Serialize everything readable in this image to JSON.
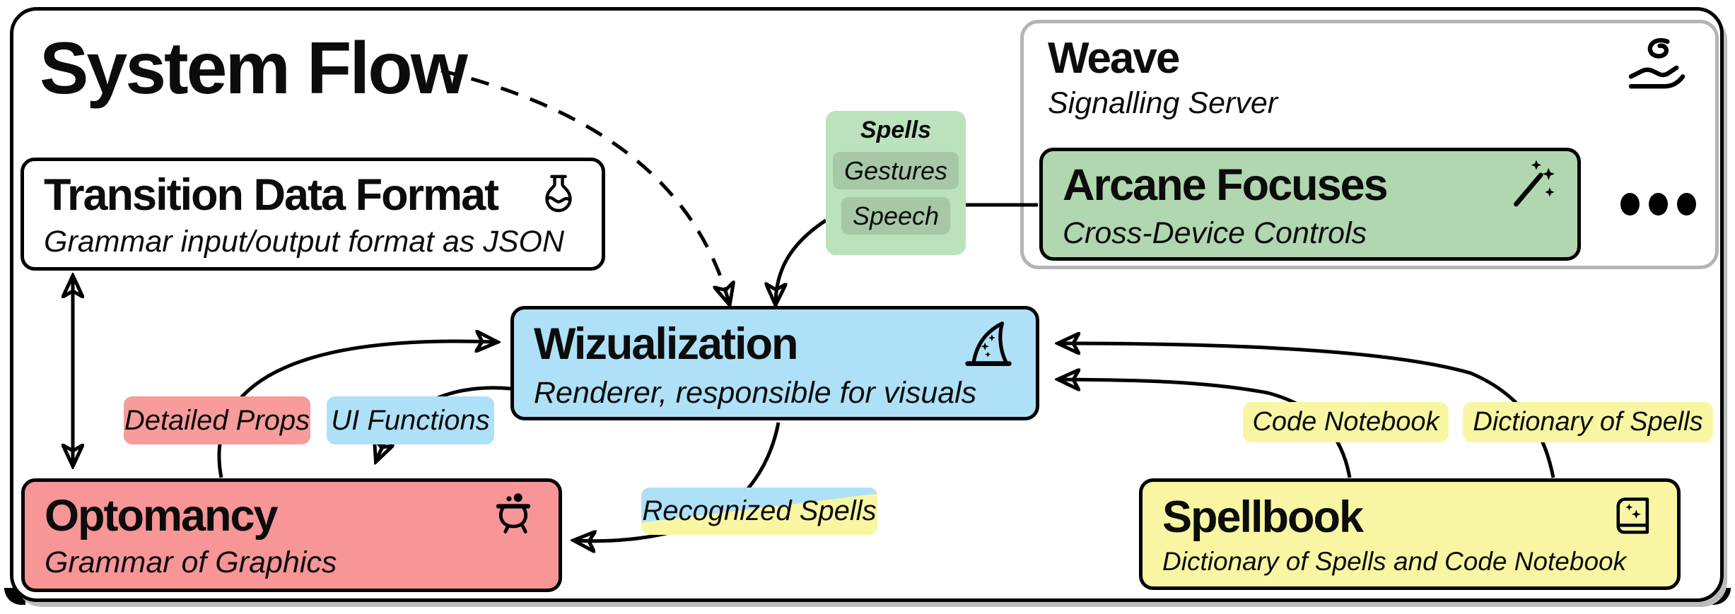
{
  "diagram": {
    "title": "System Flow"
  },
  "colors": {
    "node_blue": "#aee1f7",
    "node_red": "#f79597",
    "node_yellow": "#f8f6a2",
    "node_green": "#b0d7b0",
    "spells_group_green": "#bce2bd",
    "spells_chip_green": "#a6c8a7",
    "weave_border_gray": "#b4b4b4",
    "ink": "#0c0c0c"
  },
  "nodes": {
    "transition_data_format": {
      "title": "Transition Data Format",
      "subtitle": "Grammar input/output format as JSON",
      "icon": "flask-icon"
    },
    "weave": {
      "title": "Weave",
      "subtitle": "Signalling Server",
      "icon": "hand-yarn-icon"
    },
    "arcane_focuses": {
      "title": "Arcane Focuses",
      "subtitle": "Cross-Device Controls",
      "icon": "magic-wand-icon"
    },
    "spells": {
      "title": "Spells",
      "items": [
        "Gestures",
        "Speech"
      ]
    },
    "wizualization": {
      "title": "Wizualization",
      "subtitle": "Renderer, responsible for visuals",
      "icon": "wizard-hat-icon"
    },
    "optomancy": {
      "title": "Optomancy",
      "subtitle": "Grammar of Graphics",
      "icon": "cauldron-icon"
    },
    "spellbook": {
      "title": "Spellbook",
      "subtitle": "Dictionary of Spells and Code Notebook",
      "icon": "spellbook-icon"
    }
  },
  "edge_labels": {
    "detailed_props": {
      "text": "Detailed Props",
      "color": "#f89b9b"
    },
    "ui_functions": {
      "text": "UI Functions",
      "color": "#aee1f7"
    },
    "recognized_spells": {
      "text": "Recognized Spells",
      "colors": [
        "#aee1f7",
        "#f8f6a2"
      ]
    },
    "code_notebook": {
      "text": "Code Notebook",
      "color": "#f8f6a2"
    },
    "dictionary_of_spells": {
      "text": "Dictionary of Spells",
      "color": "#f8f6a2"
    }
  }
}
